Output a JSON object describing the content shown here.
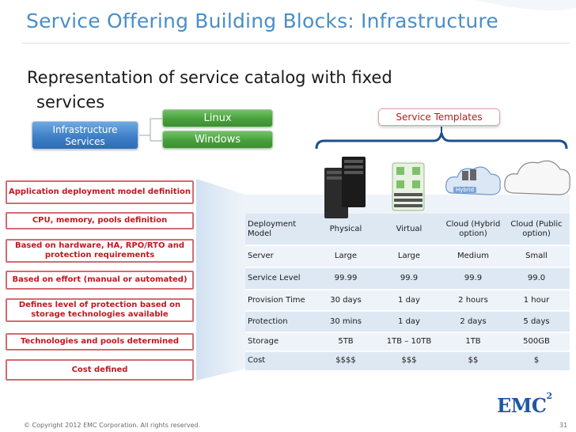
{
  "slide": {
    "title": "Service Offering Building Blocks: Infrastructure",
    "bullet_line1": "Representation of service catalog with fixed",
    "bullet_line2": "services"
  },
  "diagram": {
    "infrastructure_line1": "Infrastructure",
    "infrastructure_line2": "Services",
    "linux": "Linux",
    "windows": "Windows",
    "service_templates": "Service Templates",
    "hybrid_label": "Hybrid"
  },
  "row_labels": [
    "Application deployment model definition",
    "CPU, memory, pools definition",
    "Based on hardware, HA, RPO/RTO and protection requirements",
    "Based on effort (manual or automated)",
    "Defines level of protection based on storage technologies available",
    "Technologies and pools determined",
    "Cost defined"
  ],
  "table": {
    "rows": [
      [
        "Deployment Model",
        "Physical",
        "Virtual",
        "Cloud (Hybrid option)",
        "Cloud (Public option)"
      ],
      [
        "Server",
        "Large",
        "Large",
        "Medium",
        "Small"
      ],
      [
        "Service Level",
        "99.99",
        "99.9",
        "99.9",
        "99.0"
      ],
      [
        "Provision Time",
        "30 days",
        "1 day",
        "2 hours",
        "1 hour"
      ],
      [
        "Protection",
        "30 mins",
        "1 day",
        "2 days",
        "5 days"
      ],
      [
        "Storage",
        "5TB",
        "1TB – 10TB",
        "1TB",
        "500GB"
      ],
      [
        "Cost",
        "$$$$",
        "$$$",
        "$$",
        "$"
      ]
    ]
  },
  "footer": {
    "copyright": "© Copyright 2012 EMC Corporation. All rights reserved.",
    "page_number": "31",
    "logo": "EMC",
    "logo_sup": "2"
  },
  "colors": {
    "title_blue": "#4a8ec6",
    "accent_red": "#c1171f",
    "band_odd": "#dde8f3",
    "band_even": "#eef3f9"
  }
}
